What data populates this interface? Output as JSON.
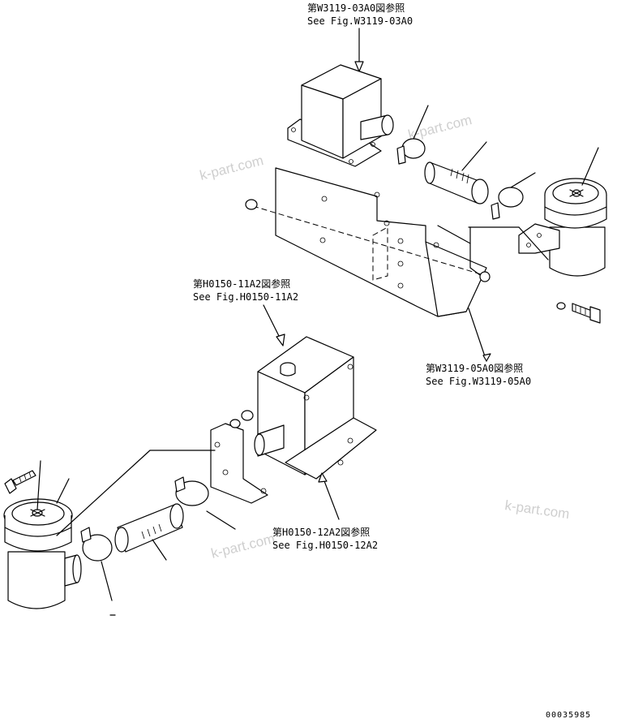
{
  "references": {
    "ref_top_jp": "第W3119-03A0図参照",
    "ref_top_en": "See Fig.W3119-03A0",
    "ref_mid_jp": "第H0150-11A2図参照",
    "ref_mid_en": "See Fig.H0150-11A2",
    "ref_right_jp": "第W3119-05A0図参照",
    "ref_right_en": "See Fig.W3119-05A0",
    "ref_bottom_jp": "第H0150-12A2図参照",
    "ref_bottom_en": "See Fig.H0150-12A2"
  },
  "watermarks": [
    "k-part.com",
    "k-part.com",
    "k-part.com",
    "k-part.com"
  ],
  "drawing_code": "00035985"
}
